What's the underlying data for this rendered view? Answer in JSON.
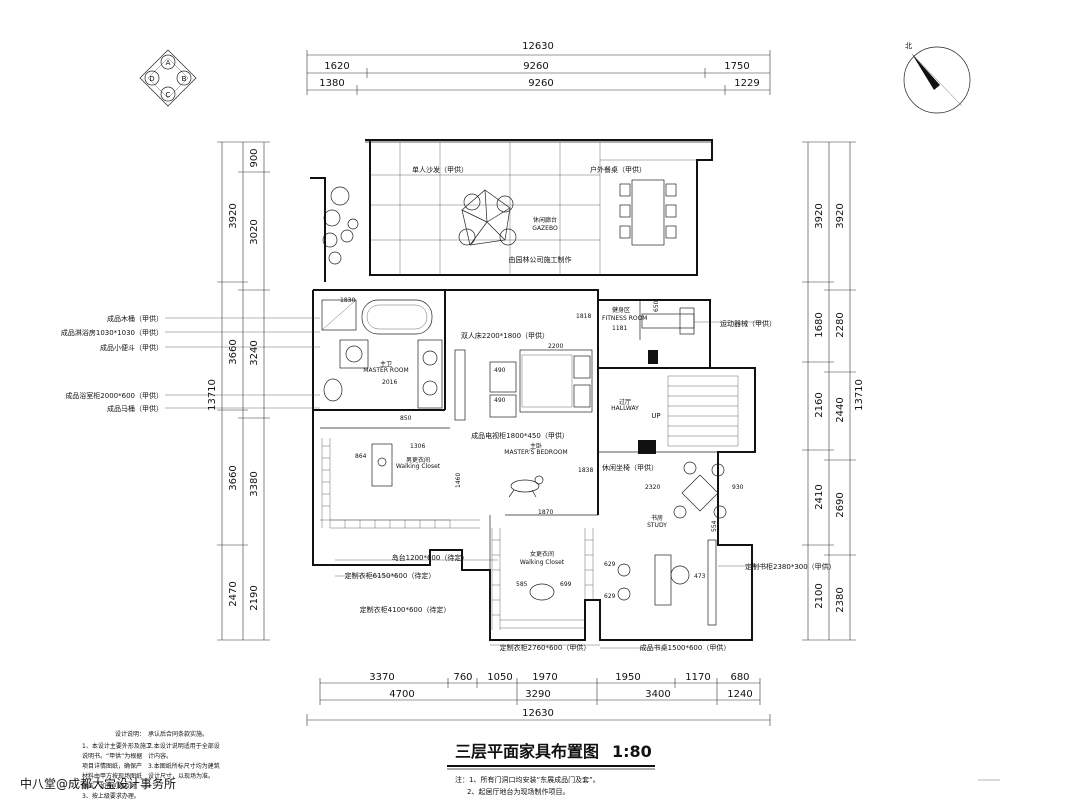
{
  "title": "三层平面家具布置图",
  "scale": "1:80",
  "compass": {
    "letters": [
      "A",
      "B",
      "C",
      "D"
    ],
    "north_label": "北"
  },
  "dims_top": {
    "total": "12630",
    "row1": [
      "1620",
      "9260",
      "1750"
    ],
    "row2": [
      "1380",
      "9260",
      "1229"
    ]
  },
  "dims_bottom": {
    "row1": [
      "3370",
      "760",
      "1050",
      "1970",
      "1950",
      "1170",
      "680"
    ],
    "row2": [
      "4700",
      "3290",
      "3400",
      "1240"
    ],
    "total": "12630"
  },
  "dims_left": {
    "outer": [
      "3920",
      "3660",
      "3660",
      "2470"
    ],
    "inner": [
      "900",
      "3020",
      "3240",
      "3380",
      "2190"
    ],
    "overall": "13710"
  },
  "dims_right": {
    "outer": [
      "3920",
      "2280",
      "2440",
      "2690",
      "2380"
    ],
    "inner": [
      "3920",
      "1680",
      "2160",
      "2410",
      "2100"
    ],
    "overall": "13710"
  },
  "left_labels": [
    "成品木桶（甲供）",
    "成品淋浴房1030*1030（甲供）",
    "成品小便斗（甲供）",
    "成品浴室柜2000*600（甲供）",
    "成品马桶（甲供）"
  ],
  "rooms": {
    "terrace_sofa": "单人沙发（甲供）",
    "outdoor_table": "户外餐桌（甲供）",
    "gazebo_cn": "休闲廊台",
    "gazebo_en": "GAZEBO",
    "landscape_note": "由园林公司施工制作",
    "bath_cn": "主卫",
    "bath_en": "MASTER ROOM",
    "bed": "双人床2200*1800（甲供）",
    "tv_cabinet": "成品电视柜1800*450（甲供）",
    "master_cn": "主卧",
    "master_en": "MASTER'S BEDROOM",
    "fitness_cn": "健身区",
    "fitness_en": "FITNESS ROOM",
    "treadmill": "运动器械（甲供）",
    "hall_cn": "过厅",
    "hall_en": "HALLWAY",
    "up": "UP",
    "leisure_chair": "休闲坐椅（甲供）",
    "study_cn": "书房",
    "study_en": "STUDY",
    "closet1_cn": "男更衣间",
    "closet1_en": "Walking Closet",
    "closet2_cn": "女更衣间",
    "closet2_en": "Walking Closet",
    "island": "岛台1200*600（待定）",
    "wardrobe1": "定制衣柜6150*600（待定）",
    "wardrobe2": "定制衣柜4100*600（待定）",
    "wardrobe3": "定制衣柜2760*600（甲供）",
    "bookshelf": "定制书柜2380*300（甲供）",
    "desk": "成品书桌1500*600（甲供）"
  },
  "inner_dims": {
    "d1830": "1830",
    "d2016": "2016",
    "d850": "850",
    "d1306": "1306",
    "d864": "864",
    "d1460": "1460",
    "d2200": "2200",
    "d490a": "490",
    "d490b": "490",
    "d1818": "1818",
    "d1838": "1838",
    "d1870": "1870",
    "d1181": "1181",
    "d650": "650",
    "d2320": "2320",
    "d930": "930",
    "d554": "554",
    "d585": "585",
    "d699": "699",
    "d629a": "629",
    "d629b": "629",
    "d473": "473"
  },
  "notes": {
    "header": "设计说明：",
    "col1": [
      "1、本设计主要外形及施工",
      "说明书。“甲供”为根据",
      "项目详情图纸，确保产",
      "材料由甲方按现场图纸",
      "供应，如有问题及时",
      "3、按上级要求办理。"
    ],
    "col2": [
      "承认后合同条款实施。",
      "2.本设计说明适用于全部设",
      "计内容。",
      "3.本图纸所标尺寸均为建筑",
      "设计尺寸，以现场为准。"
    ],
    "bottom": [
      "注：1、所有门洞口均安装“东展成品门及套”。",
      "2、起居厅地台为现场制作项目。"
    ]
  },
  "watermark": "中八堂@成都大宝设计事务所"
}
